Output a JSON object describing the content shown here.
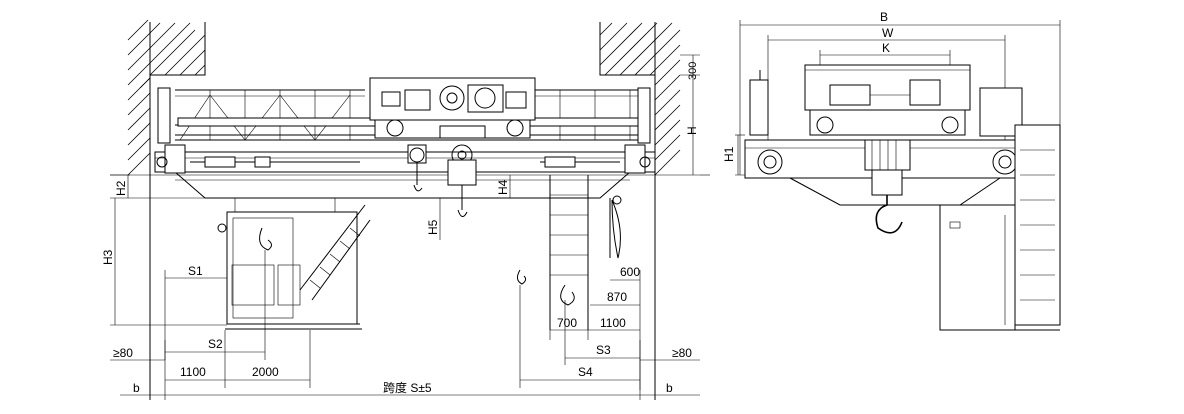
{
  "front_view": {
    "dims": {
      "d300": "300",
      "H": "H",
      "H1": "H1",
      "H2": "H2",
      "H3": "H3",
      "H4": "H4",
      "H5": "H5",
      "S1": "S1",
      "S2": "S2",
      "S3": "S3",
      "S4": "S4",
      "d600": "600",
      "d870": "870",
      "d700": "700",
      "d1100_right": "1100",
      "gt80_left": "≥80",
      "gt80_right": "≥80",
      "d1100_left": "1100",
      "d2000": "2000",
      "b_left": "b",
      "b_right": "b",
      "span": "跨度 S±5"
    }
  },
  "side_view": {
    "dims": {
      "B": "B",
      "W": "W",
      "K": "K"
    }
  }
}
